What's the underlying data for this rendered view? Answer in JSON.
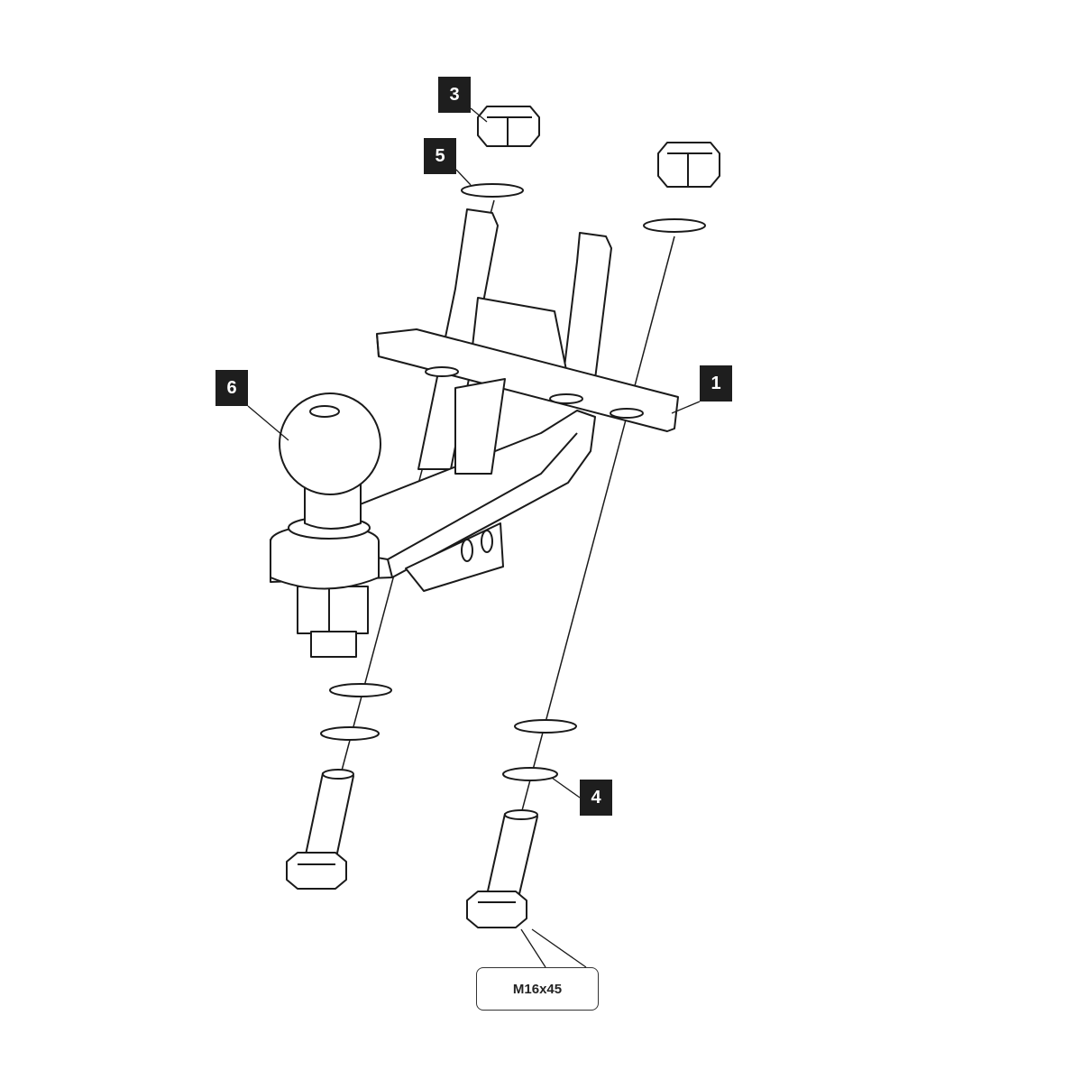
{
  "callouts": {
    "part_1": "1",
    "part_3": "3",
    "part_4": "4",
    "part_5": "5",
    "part_6": "6"
  },
  "bolt_spec": "M16x45",
  "colors": {
    "line": "#1a1a1a",
    "callout_bg": "#1e1e1e",
    "callout_text": "#ffffff"
  }
}
